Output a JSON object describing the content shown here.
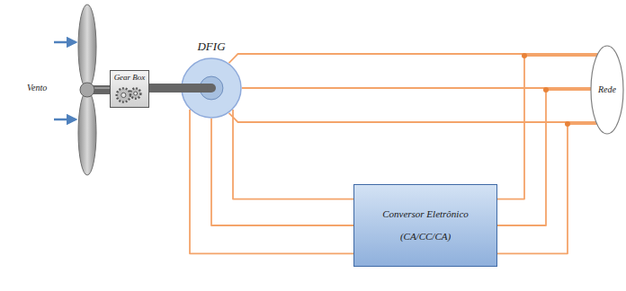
{
  "diagram": {
    "nodes": [
      {
        "text": [
          "Gear Box"
        ]
      },
      {
        "text": [
          "DFIG"
        ]
      },
      {
        "text": [
          "Rede"
        ]
      },
      {
        "text": [
          "Conversor Eletrônico",
          "(CA/CC/CA)"
        ]
      }
    ],
    "edges": [
      {
        "from": 0,
        "to": 1,
        "arrow": "none"
      },
      {
        "from": 1,
        "to": 2,
        "arrow": "none"
      },
      {
        "from": 1,
        "to": 2,
        "arrow": "none"
      },
      {
        "from": 1,
        "to": 2,
        "arrow": "none"
      },
      {
        "from": 1,
        "to": 3,
        "arrow": "none"
      },
      {
        "from": 1,
        "to": 3,
        "arrow": "none"
      },
      {
        "from": 1,
        "to": 3,
        "arrow": "none"
      },
      {
        "from": 3,
        "to": 2,
        "arrow": "none"
      },
      {
        "from": 3,
        "to": 2,
        "arrow": "none"
      },
      {
        "from": 3,
        "to": 2,
        "arrow": "none"
      }
    ],
    "labels": [
      "Vento"
    ]
  }
}
